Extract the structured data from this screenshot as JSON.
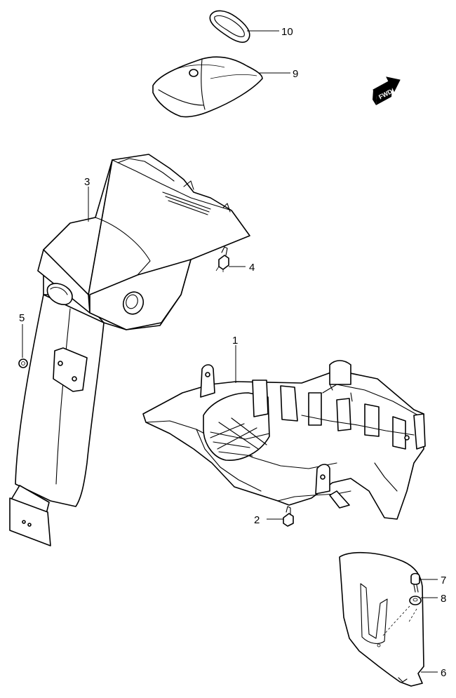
{
  "callouts": [
    {
      "id": "1",
      "label": "1"
    },
    {
      "id": "2",
      "label": "2"
    },
    {
      "id": "3",
      "label": "3"
    },
    {
      "id": "4",
      "label": "4"
    },
    {
      "id": "5",
      "label": "5"
    },
    {
      "id": "6",
      "label": "6"
    },
    {
      "id": "7",
      "label": "7"
    },
    {
      "id": "8",
      "label": "8"
    },
    {
      "id": "9",
      "label": "9"
    },
    {
      "id": "10",
      "label": "10"
    }
  ],
  "fwd_arrow": {
    "label": "FWD"
  },
  "colors": {
    "line": "#000000",
    "background": "#ffffff"
  }
}
